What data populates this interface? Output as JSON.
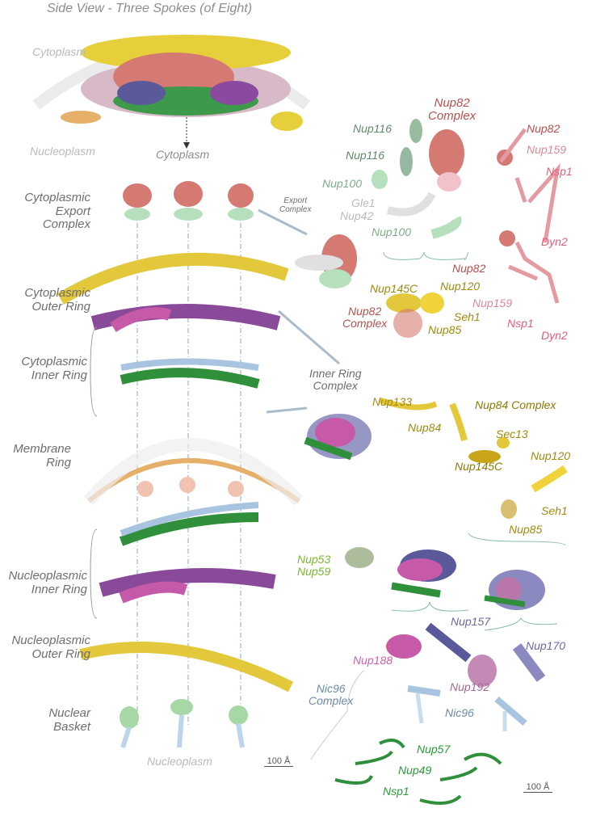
{
  "title": "Side View - Three Spokes (of Eight)",
  "overview": {
    "cytoplasm": "Cytoplasm",
    "nucleoplasm": "Nucleoplasm"
  },
  "stack": {
    "top": "Cytoplasm",
    "bottom": "Nucleoplasm",
    "layers": [
      {
        "l1": "Cytoplasmic",
        "l2": "Export",
        "l3": "Complex"
      },
      {
        "l1": "Cytoplasmic",
        "l2": "Outer Ring"
      },
      {
        "l1": "Cytoplasmic",
        "l2": "Inner Ring"
      },
      {
        "l1": "Membrane",
        "l2": "Ring"
      },
      {
        "l1": "Nucleoplasmic",
        "l2": "Inner Ring"
      },
      {
        "l1": "Nucleoplasmic",
        "l2": "Outer Ring"
      },
      {
        "l1": "Nuclear",
        "l2": "Basket"
      }
    ],
    "scale": "100 Å"
  },
  "export": {
    "callout": {
      "l1": "Export",
      "l2": "Complex"
    },
    "nup82_complex": {
      "l1": "Nup82",
      "l2": "Complex"
    },
    "nup116_a": "Nup116",
    "nup116_b": "Nup116",
    "nup100_a": "Nup100",
    "gle1": "Gle1",
    "nup42": "Nup42",
    "nup100_b": "Nup100",
    "top": {
      "nup82": "Nup82",
      "nup159": "Nup159",
      "nsp1": "Nsp1",
      "dyn2": "Dyn2"
    },
    "bottom": {
      "nup82": "Nup82",
      "nup159": "Nup159",
      "nsp1": "Nsp1",
      "dyn2": "Dyn2"
    },
    "assembly": {
      "nup145c": "Nup145C",
      "nup120": "Nup120",
      "nup82_complex_l1": "Nup82",
      "nup82_complex_l2": "Complex",
      "seh1": "Seh1",
      "nup85": "Nup85"
    }
  },
  "inner_ring": {
    "callout": {
      "l1": "Inner Ring",
      "l2": "Complex"
    }
  },
  "nup84": {
    "title": "Nup84 Complex",
    "nup133": "Nup133",
    "nup84": "Nup84",
    "sec13": "Sec13",
    "nup120": "Nup120",
    "nup145c": "Nup145C",
    "seh1": "Seh1",
    "nup85": "Nup85"
  },
  "inner": {
    "nup53": "Nup53",
    "nup59": "Nup59",
    "nup157": "Nup157",
    "nup188": "Nup188",
    "nup170": "Nup170",
    "nic96_complex": {
      "l1": "Nic96",
      "l2": "Complex"
    },
    "nup192": "Nup192",
    "nic96": "Nic96",
    "nup57": "Nup57",
    "nup49": "Nup49",
    "nsp1": "Nsp1",
    "scale": "100 Å"
  },
  "colors": {
    "gray": "#6d6e72",
    "light": "#b9babd",
    "red": "#b5524f",
    "pink": "#e0607a",
    "lightpink": "#d88a95",
    "olive": "#a08a10",
    "green": "#2a9a3a",
    "lightgreen": "#7ab830",
    "purple": "#6a6aa0",
    "magenta": "#d060a8",
    "mauve": "#a06a9a",
    "blue": "#6a8aaa"
  }
}
